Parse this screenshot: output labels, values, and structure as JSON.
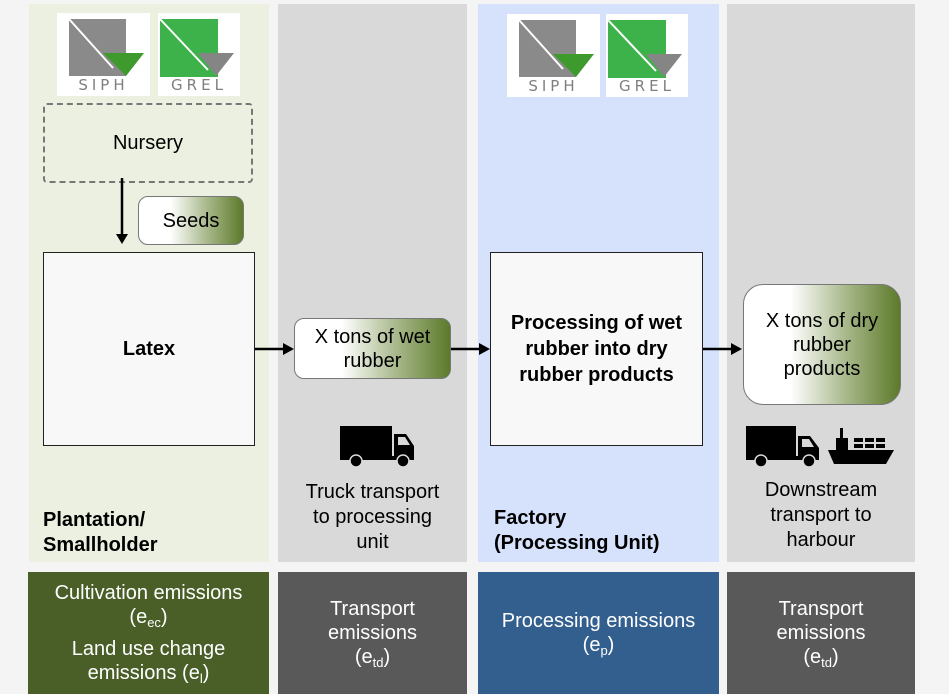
{
  "logos": [
    {
      "name": "SIPH",
      "text": "SIPH"
    },
    {
      "name": "GREL",
      "text": "GREL"
    }
  ],
  "stages": [
    {
      "id": "plantation",
      "label_line1": "Plantation/",
      "label_line2": "Smallholder",
      "color": "#ebf0e0",
      "nursery": "Nursery",
      "seeds": "Seeds",
      "main_box": "Latex"
    },
    {
      "id": "truck-transport",
      "color": "#d9d9d9",
      "product_line1": "X tons of wet",
      "product_line2": "rubber",
      "icon": "truck-icon",
      "caption_line1": "Truck transport",
      "caption_line2": "to processing",
      "caption_line3": "unit"
    },
    {
      "id": "factory",
      "color": "#d6e1fb",
      "label_line1": "Factory",
      "label_line2": "(Processing Unit)",
      "main_box_line1": "Processing of wet",
      "main_box_line2": "rubber into dry",
      "main_box_line3": "rubber products"
    },
    {
      "id": "downstream-transport",
      "color": "#d9d9d9",
      "product_line1": "X tons of dry",
      "product_line2": "rubber",
      "product_line3": "products",
      "icons": [
        "truck-icon",
        "ship-icon"
      ],
      "caption_line1": "Downstream",
      "caption_line2": "transport to",
      "caption_line3": "harbour"
    }
  ],
  "emissions": [
    {
      "color": "#4a5e28",
      "line1": "Cultivation emissions",
      "sym1": "e",
      "sub1": "ec",
      "line2": "Land use change",
      "line3": "emissions (",
      "sym2": "e",
      "sub2": "l"
    },
    {
      "color": "#595959",
      "line1": "Transport",
      "line2": "emissions",
      "sym": "e",
      "sub": "td"
    },
    {
      "color": "#335f8f",
      "line1": "Processing emissions",
      "sym": "e",
      "sub": "p"
    },
    {
      "color": "#595959",
      "line1": "Transport",
      "line2": "emissions",
      "sym": "e",
      "sub": "td"
    }
  ]
}
